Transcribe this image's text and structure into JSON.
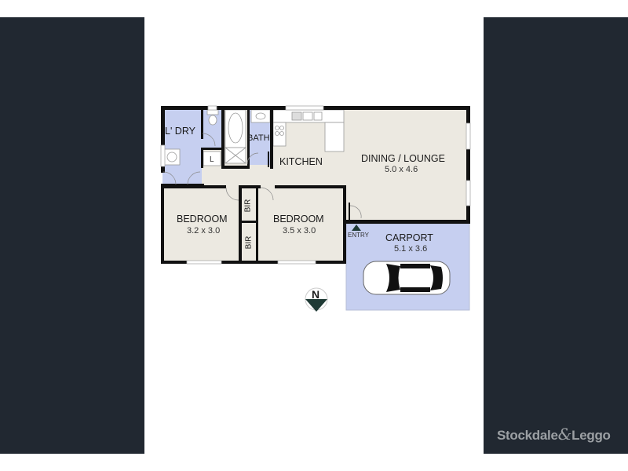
{
  "background": {
    "page_color": "#ffffff",
    "side_panel_color": "#212831"
  },
  "colors": {
    "wall": "#111111",
    "living_floor": "#ece9e1",
    "wet_area_floor": "#c6cff0",
    "carport_floor": "#c6cff0",
    "north_arrow": "#1f3a35"
  },
  "floorplan": {
    "rooms": [
      {
        "id": "laundry",
        "name": "L' DRY",
        "dimensions": ""
      },
      {
        "id": "bath",
        "name": "BATH",
        "dimensions": ""
      },
      {
        "id": "linen",
        "name": "L",
        "dimensions": ""
      },
      {
        "id": "kitchen",
        "name": "KITCHEN",
        "dimensions": ""
      },
      {
        "id": "dining_lounge",
        "name": "DINING / LOUNGE",
        "dimensions": "5.0 x 4.6"
      },
      {
        "id": "bedroom1",
        "name": "BEDROOM",
        "dimensions": "3.2 x 3.0"
      },
      {
        "id": "bir1",
        "name": "BIR",
        "dimensions": ""
      },
      {
        "id": "bir2",
        "name": "BIR",
        "dimensions": ""
      },
      {
        "id": "bedroom2",
        "name": "BEDROOM",
        "dimensions": "3.5 x 3.0"
      },
      {
        "id": "carport",
        "name": "CARPORT",
        "dimensions": "5.1 x 3.6"
      }
    ],
    "entry_label": "ENTRY",
    "north_label": "N"
  },
  "branding": {
    "name_part1": "Stockdale",
    "ampersand": "&",
    "name_part2": "Leggo"
  }
}
